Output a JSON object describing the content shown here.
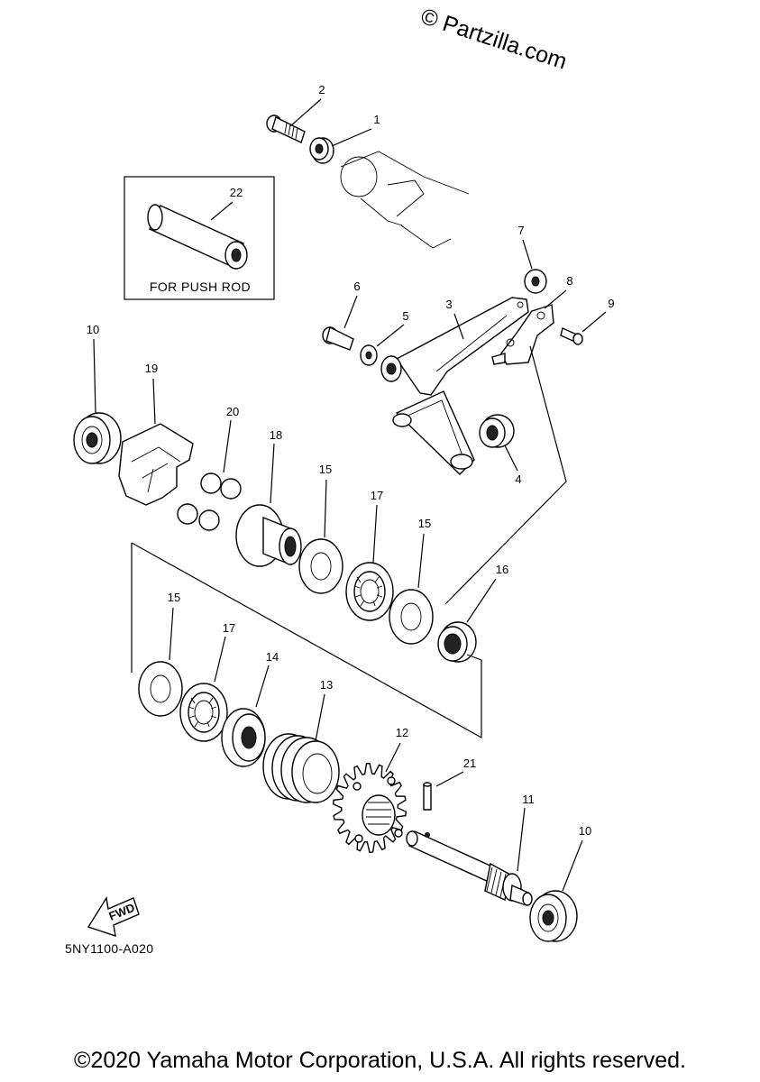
{
  "watermark": "© Partzilla.com",
  "reference_code": "5NY1100-A020",
  "copyright": "©2020 Yamaha Motor Corporation, U.S.A. All rights reserved.",
  "inset_caption": "FOR PUSH ROD",
  "fwd_label": "FWD",
  "callouts": [
    "1",
    "2",
    "3",
    "4",
    "5",
    "6",
    "7",
    "8",
    "9",
    "10",
    "10",
    "11",
    "12",
    "13",
    "14",
    "15",
    "15",
    "15",
    "16",
    "17",
    "17",
    "18",
    "19",
    "20",
    "21",
    "22"
  ]
}
